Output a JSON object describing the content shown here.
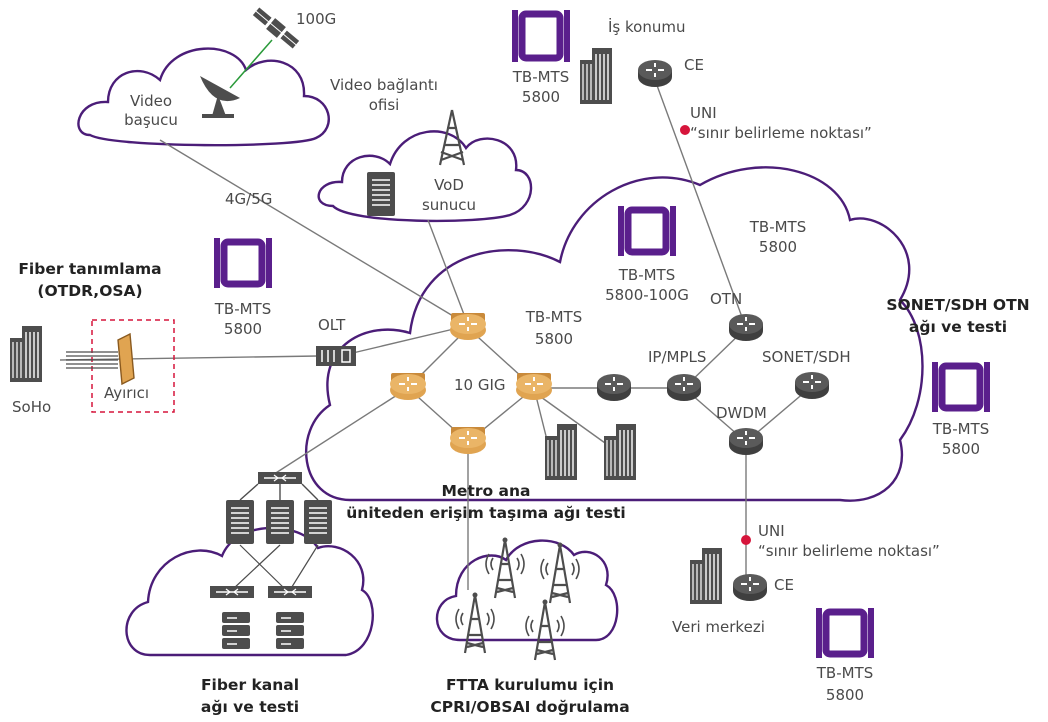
{
  "colors": {
    "brand_purple": "#5a1f8c",
    "router_orange": "#e0a451",
    "router_gray": "#555555",
    "demarc_red": "#d6153b",
    "satellite_link_green": "#2a9a3a"
  },
  "labels": {
    "sat_100g": "100G",
    "video_headend": [
      "Video",
      "başucu"
    ],
    "video_office": [
      "Video bağlantı",
      "ofisi"
    ],
    "vod_server": [
      "VoD",
      "sunucu"
    ],
    "link_4g5g": "4G/5G",
    "business_site": "İş konumu",
    "ce_top": "CE",
    "uni_top": "UNI",
    "demarc_top": "“sınır belirleme noktası”",
    "ce_bottom": "CE",
    "uni_bottom": "UNI",
    "demarc_bottom": "“sınır belirleme noktası”",
    "data_center": "Veri merkezi",
    "fiber_id": [
      "Fiber tanımlama",
      "(OTDR,OSA)"
    ],
    "soho": "SoHo",
    "splitter": "Ayırıcı",
    "olt": "OLT",
    "ten_gig": "10 GIG",
    "otn": "OTN",
    "ip_mpls": "IP/MPLS",
    "sonet_sdh": "SONET/SDH",
    "dwdm": "DWDM",
    "metro_title": [
      "Metro ana",
      "üniteden erişim taşıma ağı testi"
    ],
    "sonet_title": [
      "SONET/SDH OTN",
      "ağı ve testi"
    ],
    "fiber_channel_title": [
      "Fiber kanal",
      "ağı ve testi"
    ],
    "ftta_title": [
      "FTTA kurulumu için",
      "CPRI/OBSAI doğrulama"
    ]
  },
  "test_devices": [
    {
      "id": "top",
      "label": [
        "TB-MTS",
        "5800"
      ]
    },
    {
      "id": "left",
      "label": [
        "TB-MTS",
        "5800"
      ]
    },
    {
      "id": "center",
      "label": [
        "TB-MTS",
        "5800-100G"
      ]
    },
    {
      "id": "right-cloud",
      "label": [
        "TB-MTS",
        "5800"
      ]
    },
    {
      "id": "metro",
      "label": [
        "TB-MTS",
        "5800"
      ]
    },
    {
      "id": "right",
      "label": [
        "TB-MTS",
        "5800"
      ]
    },
    {
      "id": "bottom",
      "label": [
        "TB-MTS",
        "5800"
      ]
    }
  ]
}
